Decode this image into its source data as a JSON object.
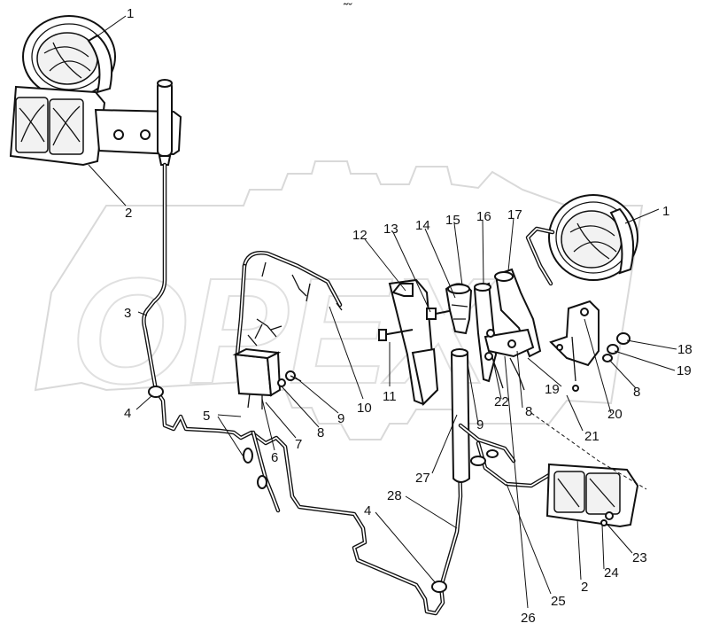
{
  "diagram": {
    "top_mark": "˜ˇ",
    "callouts": [
      {
        "id": "c1a",
        "text": "1"
      },
      {
        "id": "c2a",
        "text": "2"
      },
      {
        "id": "c3",
        "text": "3"
      },
      {
        "id": "c4a",
        "text": "4"
      },
      {
        "id": "c5",
        "text": "5"
      },
      {
        "id": "c6",
        "text": "6"
      },
      {
        "id": "c7",
        "text": "7"
      },
      {
        "id": "c8a",
        "text": "8"
      },
      {
        "id": "c9a",
        "text": "9"
      },
      {
        "id": "c10",
        "text": "10"
      },
      {
        "id": "c11",
        "text": "11"
      },
      {
        "id": "c12",
        "text": "12"
      },
      {
        "id": "c13",
        "text": "13"
      },
      {
        "id": "c14",
        "text": "14"
      },
      {
        "id": "c15",
        "text": "15"
      },
      {
        "id": "c16",
        "text": "16"
      },
      {
        "id": "c17",
        "text": "17"
      },
      {
        "id": "c1b",
        "text": "1"
      },
      {
        "id": "c18",
        "text": "18"
      },
      {
        "id": "c19a",
        "text": "19"
      },
      {
        "id": "c8b",
        "text": "8"
      },
      {
        "id": "c19b",
        "text": "19"
      },
      {
        "id": "c20",
        "text": "20"
      },
      {
        "id": "c22",
        "text": "22"
      },
      {
        "id": "c8c",
        "text": "8"
      },
      {
        "id": "c9b",
        "text": "9"
      },
      {
        "id": "c21",
        "text": "21"
      },
      {
        "id": "c27",
        "text": "27"
      },
      {
        "id": "c28",
        "text": "28"
      },
      {
        "id": "c4b",
        "text": "4"
      },
      {
        "id": "c23",
        "text": "23"
      },
      {
        "id": "c24",
        "text": "24"
      },
      {
        "id": "c2b",
        "text": "2"
      },
      {
        "id": "c25",
        "text": "25"
      },
      {
        "id": "c26",
        "text": "26"
      }
    ]
  }
}
